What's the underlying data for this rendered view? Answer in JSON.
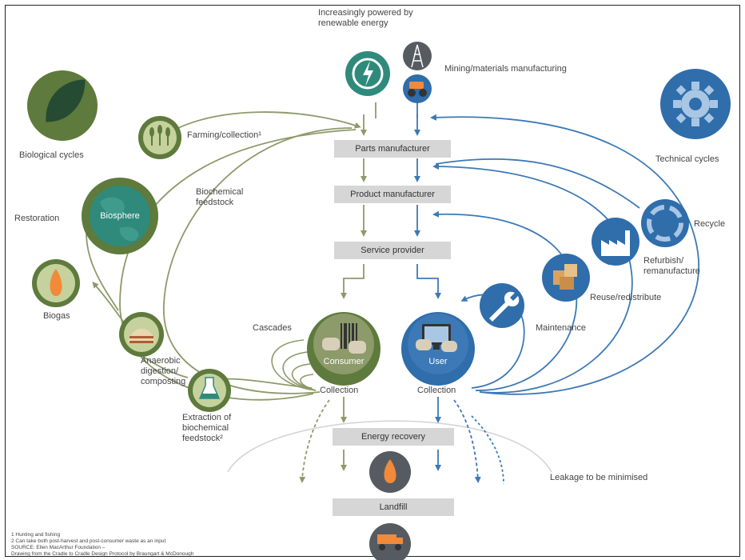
{
  "colors": {
    "green_dark": "#5e7a3c",
    "green_light": "#c6d29e",
    "teal": "#2f8a7c",
    "blue_dark": "#2f6dab",
    "blue_light": "#a9c6e4",
    "arrow_green": "#8d9a6a",
    "arrow_blue": "#3d79b6",
    "box_grey": "#d6d6d6",
    "dark_grey": "#555b61"
  },
  "top": {
    "renewable_label": "Increasingly powered by renewable energy",
    "mining_label": "Mining/materials manufacturing"
  },
  "chain": {
    "parts": "Parts manufacturer",
    "product": "Product manufacturer",
    "service": "Service provider",
    "energy": "Energy recovery",
    "landfill": "Landfill"
  },
  "biological": {
    "title": "Biological cycles",
    "farming": "Farming/collection¹",
    "feedstock": "Biochemical feedstock",
    "restoration": "Restoration",
    "biosphere": "Biosphere",
    "biogas": "Biogas",
    "anaerobic": "Anaerobic digestion/ composting",
    "extraction": "Extraction of biochemical feedstock²",
    "cascades": "Cascades",
    "consumer": "Consumer",
    "collection_left": "Collection"
  },
  "technical": {
    "title": "Technical cycles",
    "recycle": "Recycle",
    "refurbish": "Refurbish/ remanufacture",
    "reuse": "Reuse/redistribute",
    "maintenance": "Maintenance",
    "user": "User",
    "collection_right": "Collection"
  },
  "leakage": "Leakage to be minimised",
  "footnotes": [
    "1 Hunting and fishing",
    "2 Can take both post-harvest and post-consumer waste as an input",
    "SOURCE: Ellen MacArthur Foundation –",
    "Drawing from the Cradle to Cradle Design Protocol by Braungart & McDonough"
  ],
  "icons": {
    "leaf": "leaf-icon",
    "gear": "gear-icon",
    "power": "power-icon",
    "oil_rig": "oil-rig-icon",
    "tractor": "tractor-icon",
    "wheat_fish": "wheat-fish-icon",
    "globe": "globe-icon",
    "flame": "flame-icon",
    "compost": "compost-icon",
    "flask": "flask-icon",
    "recycle": "recycle-icon",
    "factory": "factory-icon",
    "boxes": "boxes-icon",
    "wrench": "wrench-icon",
    "monitor": "monitor-icon",
    "truck": "truck-icon"
  }
}
